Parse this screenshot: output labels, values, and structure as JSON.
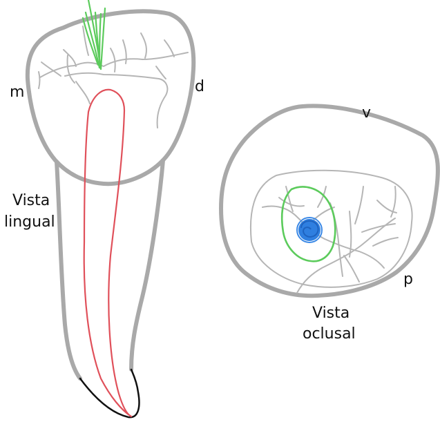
{
  "labels": {
    "mesial": "m",
    "distal": "d",
    "lingual_view_line1": "Vista",
    "lingual_view_line2": "lingual",
    "vestibular": "v",
    "palatal": "p",
    "occlusal_view_line1": "Vista",
    "occlusal_view_line2": "oclusal"
  },
  "colors": {
    "outline": "#a9a9a9",
    "groove": "#b5b5b5",
    "canal": "#e0505a",
    "instrument": "#5ccb5c",
    "access_outline": "#5ccb5c",
    "canal_orifice": "#2f7fe0",
    "apex": "#111111",
    "text": "#111111"
  }
}
